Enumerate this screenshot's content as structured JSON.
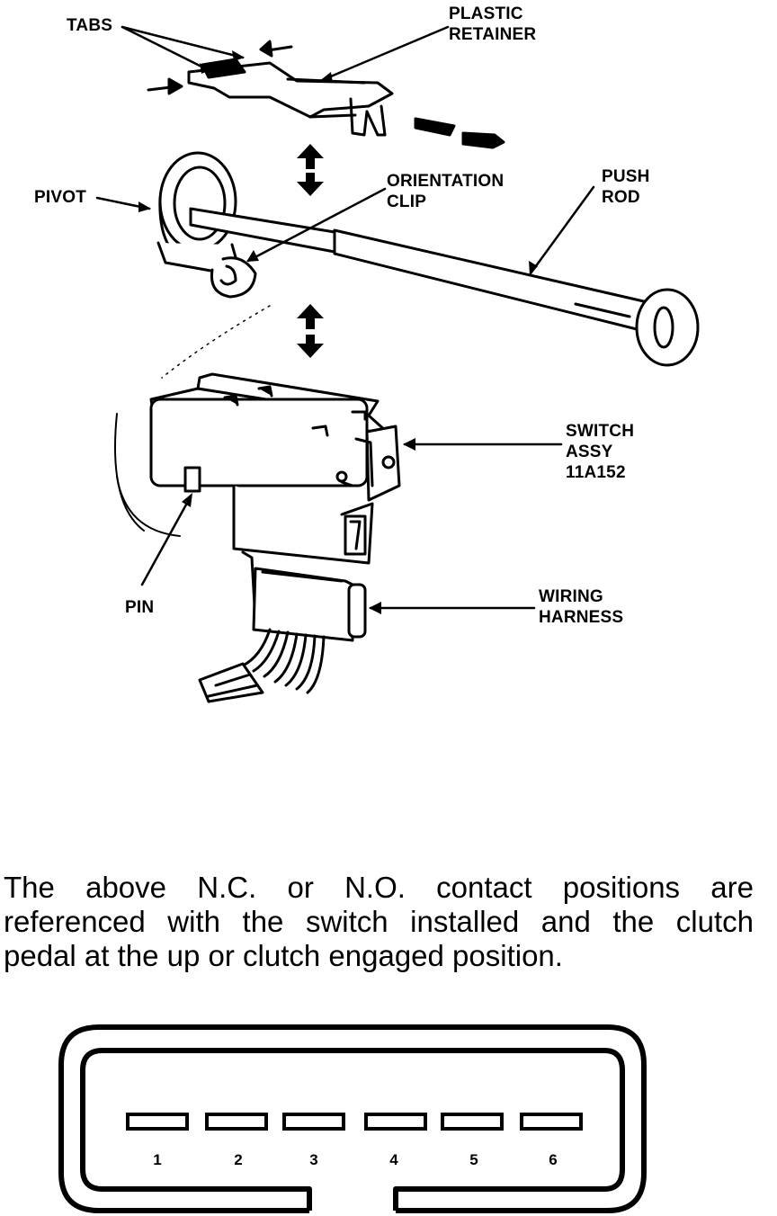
{
  "labels": {
    "tabs": "TABS",
    "plastic_retainer": [
      "PLASTIC",
      "RETAINER"
    ],
    "pivot": "PIVOT",
    "orientation_clip": [
      "ORIENTATION",
      "CLIP"
    ],
    "push_rod": [
      "PUSH",
      "ROD"
    ],
    "switch_assy": [
      "SWITCH",
      "ASSY",
      "11A152"
    ],
    "pin": "PIN",
    "wiring_harness": [
      "WIRING",
      "HARNESS"
    ]
  },
  "caption": [
    "The above N.C. or N.O. contact positions are",
    "referenced with the switch installed and the clutch",
    "pedal at the up or clutch engaged position."
  ],
  "connector": {
    "pins": [
      "1",
      "2",
      "3",
      "4",
      "5",
      "6"
    ]
  }
}
